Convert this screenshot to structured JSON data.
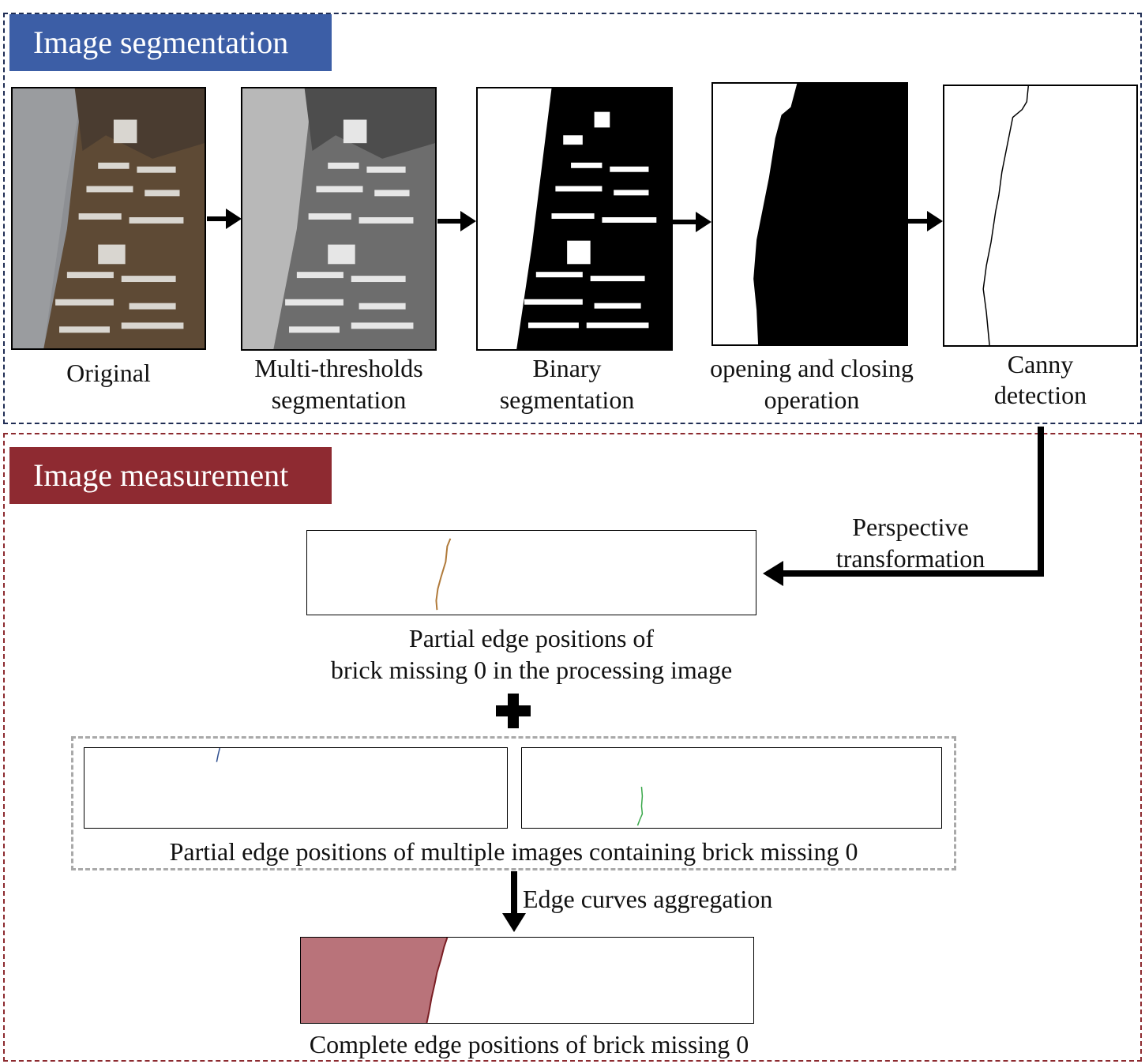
{
  "segmentation": {
    "header": "Image segmentation",
    "steps": [
      {
        "line1": "Original",
        "line2": ""
      },
      {
        "line1": "Multi-thresholds",
        "line2": "segmentation"
      },
      {
        "line1": "Binary",
        "line2": "segmentation"
      },
      {
        "line1": "opening and closing",
        "line2": "operation"
      },
      {
        "line1": "Canny",
        "line2": "detection"
      }
    ]
  },
  "measurement": {
    "header": "Image measurement",
    "perspective_label_line1": "Perspective",
    "perspective_label_line2": "transformation",
    "partial_caption_line1": "Partial edge positions of",
    "partial_caption_line2": "brick missing 0 in the processing image",
    "multiple_caption": "Partial edge positions of multiple images containing brick missing 0",
    "aggregation_label": "Edge curves aggregation",
    "complete_caption": "Complete edge positions of  brick missing 0"
  },
  "colors": {
    "segmentation_accent": "#3c5ea6",
    "measurement_accent": "#8e2a31",
    "partial_curve": "#b07a3a",
    "multi_curve_1": "#2f4f8f",
    "multi_curve_2": "#3aa84a",
    "complete_fill": "#b9737a"
  }
}
